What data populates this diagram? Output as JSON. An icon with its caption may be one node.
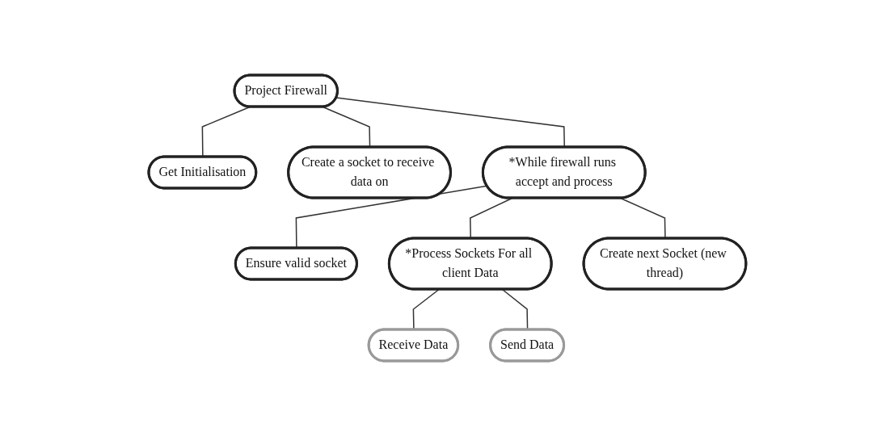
{
  "diagram": {
    "nodes": [
      {
        "text": [
          "Project Firewall"
        ]
      },
      {
        "text": [
          "Get Initialisation"
        ]
      },
      {
        "text": [
          "Create a socket to receive data on"
        ]
      },
      {
        "text": [
          "*While firewall runs accept and process"
        ]
      },
      {
        "text": [
          "Ensure valid socket"
        ]
      },
      {
        "text": [
          "*Process Sockets For all client Data"
        ]
      },
      {
        "text": [
          "Create next Socket (new thread)"
        ]
      },
      {
        "text": [
          "Receive Data"
        ]
      },
      {
        "text": [
          "Send Data"
        ]
      }
    ],
    "edges": [
      {
        "from": 0,
        "to": 1,
        "arrow": "none"
      },
      {
        "from": 0,
        "to": 2,
        "arrow": "none"
      },
      {
        "from": 0,
        "to": 3,
        "arrow": "none"
      },
      {
        "from": 3,
        "to": 4,
        "arrow": "none"
      },
      {
        "from": 3,
        "to": 5,
        "arrow": "none"
      },
      {
        "from": 3,
        "to": 6,
        "arrow": "none"
      },
      {
        "from": 5,
        "to": 7,
        "arrow": "none"
      },
      {
        "from": 5,
        "to": 8,
        "arrow": "none"
      }
    ]
  }
}
